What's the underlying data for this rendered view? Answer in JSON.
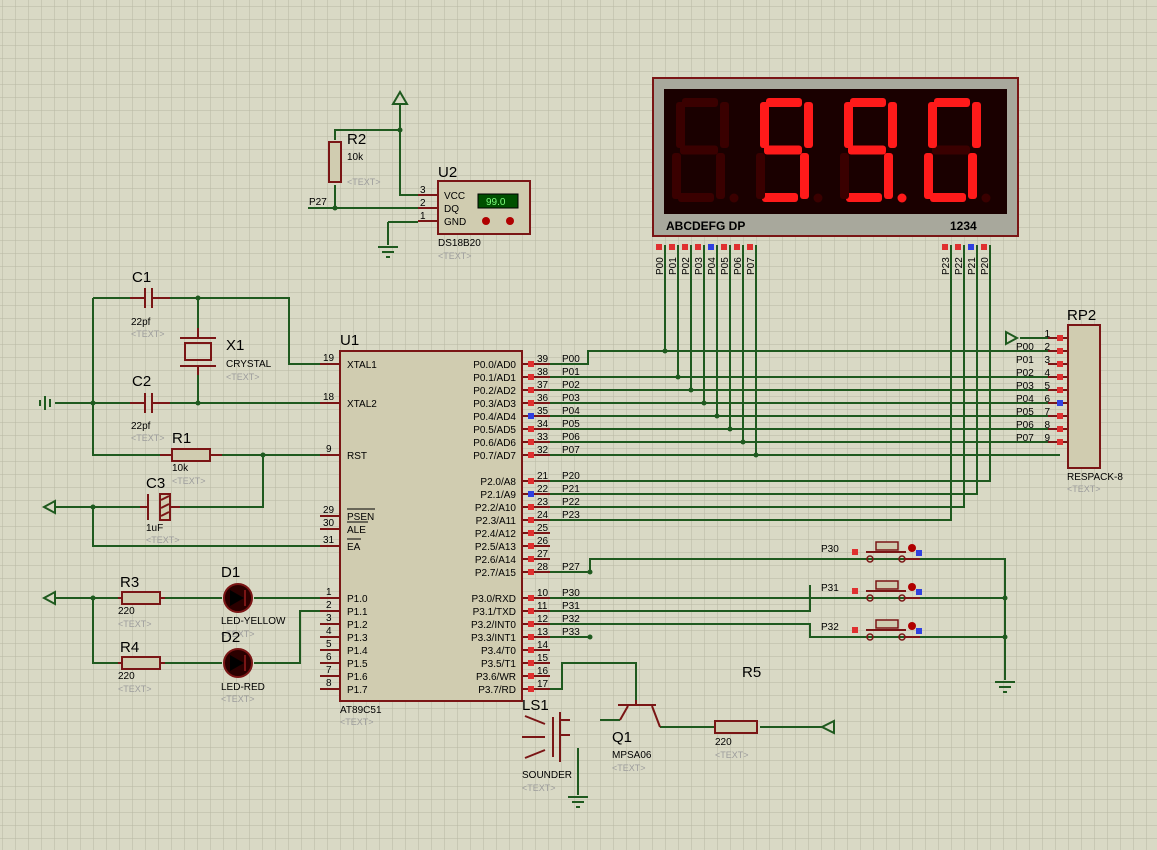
{
  "display": {
    "digits": [
      "",
      "9",
      "9",
      "0"
    ],
    "dp": [
      false,
      false,
      true,
      false
    ],
    "seg_label": "ABCDEFG DP",
    "pos_label": "1234",
    "seg_nets": [
      "P00",
      "P01",
      "P02",
      "P03",
      "P04",
      "P05",
      "P06",
      "P07"
    ],
    "pos_nets": [
      "P23",
      "P22",
      "P21",
      "P20"
    ],
    "color_on": "#ff1a1a",
    "color_off": "#3a0000"
  },
  "u1": {
    "ref": "U1",
    "part": "AT89C51",
    "text": "<TEXT>",
    "left_pins": [
      {
        "num": "19",
        "name": "XTAL1"
      },
      {
        "num": "18",
        "name": "XTAL2"
      },
      {
        "num": "9",
        "name": "RST"
      },
      {
        "num": "29",
        "name": "PSEN"
      },
      {
        "num": "30",
        "name": "ALE"
      },
      {
        "num": "31",
        "name": "EA"
      },
      {
        "num": "1",
        "name": "P1.0"
      },
      {
        "num": "2",
        "name": "P1.1"
      },
      {
        "num": "3",
        "name": "P1.2"
      },
      {
        "num": "4",
        "name": "P1.3"
      },
      {
        "num": "5",
        "name": "P1.4"
      },
      {
        "num": "6",
        "name": "P1.5"
      },
      {
        "num": "7",
        "name": "P1.6"
      },
      {
        "num": "8",
        "name": "P1.7"
      }
    ],
    "right_pins": [
      {
        "num": "39",
        "name": "P0.0/AD0",
        "net": "P00"
      },
      {
        "num": "38",
        "name": "P0.1/AD1",
        "net": "P01"
      },
      {
        "num": "37",
        "name": "P0.2/AD2",
        "net": "P02"
      },
      {
        "num": "36",
        "name": "P0.3/AD3",
        "net": "P03"
      },
      {
        "num": "35",
        "name": "P0.4/AD4",
        "net": "P04"
      },
      {
        "num": "34",
        "name": "P0.5/AD5",
        "net": "P05"
      },
      {
        "num": "33",
        "name": "P0.6/AD6",
        "net": "P06"
      },
      {
        "num": "32",
        "name": "P0.7/AD7",
        "net": "P07"
      },
      {
        "num": "21",
        "name": "P2.0/A8",
        "net": "P20"
      },
      {
        "num": "22",
        "name": "P2.1/A9",
        "net": "P21"
      },
      {
        "num": "23",
        "name": "P2.2/A10",
        "net": "P22"
      },
      {
        "num": "24",
        "name": "P2.3/A11",
        "net": "P23"
      },
      {
        "num": "25",
        "name": "P2.4/A12",
        "net": ""
      },
      {
        "num": "26",
        "name": "P2.5/A13",
        "net": ""
      },
      {
        "num": "27",
        "name": "P2.6/A14",
        "net": ""
      },
      {
        "num": "28",
        "name": "P2.7/A15",
        "net": "P27"
      },
      {
        "num": "10",
        "name": "P3.0/RXD",
        "net": "P30"
      },
      {
        "num": "11",
        "name": "P3.1/TXD",
        "net": "P31"
      },
      {
        "num": "12",
        "name": "P3.2/INT0",
        "net": "P32"
      },
      {
        "num": "13",
        "name": "P3.3/INT1",
        "net": "P33"
      },
      {
        "num": "14",
        "name": "P3.4/T0",
        "net": ""
      },
      {
        "num": "15",
        "name": "P3.5/T1",
        "net": ""
      },
      {
        "num": "16",
        "name": "P3.6/WR",
        "net": ""
      },
      {
        "num": "17",
        "name": "P3.7/RD",
        "net": ""
      }
    ]
  },
  "components": {
    "c1": {
      "ref": "C1",
      "value": "22pf",
      "text": "<TEXT>"
    },
    "c2": {
      "ref": "C2",
      "value": "22pf",
      "text": "<TEXT>"
    },
    "c3": {
      "ref": "C3",
      "value": "1uF",
      "text": "<TEXT>"
    },
    "x1": {
      "ref": "X1",
      "value": "CRYSTAL",
      "text": "<TEXT>"
    },
    "r1": {
      "ref": "R1",
      "value": "10k",
      "text": "<TEXT>"
    },
    "r2": {
      "ref": "R2",
      "value": "10k",
      "text": "<TEXT>"
    },
    "r3": {
      "ref": "R3",
      "value": "220",
      "text": "<TEXT>"
    },
    "r4": {
      "ref": "R4",
      "value": "220",
      "text": "<TEXT>"
    },
    "r5": {
      "ref": "R5",
      "value": "220",
      "text": "<TEXT>"
    },
    "d1": {
      "ref": "D1",
      "value": "LED-YELLOW",
      "text": "<TEXT>"
    },
    "d2": {
      "ref": "D2",
      "value": "LED-RED",
      "text": "<TEXT>"
    },
    "q1": {
      "ref": "Q1",
      "value": "MPSA06",
      "text": "<TEXT>"
    },
    "ls1": {
      "ref": "LS1",
      "value": "SOUNDER",
      "text": "<TEXT>"
    },
    "u2": {
      "ref": "U2",
      "part": "DS18B20",
      "text": "<TEXT>",
      "reading": "99.0",
      "pins": [
        {
          "num": "3",
          "name": "VCC"
        },
        {
          "num": "2",
          "name": "DQ"
        },
        {
          "num": "1",
          "name": "GND"
        }
      ],
      "net": "P27"
    },
    "rp2": {
      "ref": "RP2",
      "part": "RESPACK-8",
      "text": "<TEXT>",
      "nets": [
        "P00",
        "P01",
        "P02",
        "P03",
        "P04",
        "P05",
        "P06",
        "P07"
      ],
      "pins": [
        "1",
        "2",
        "3",
        "4",
        "5",
        "6",
        "7",
        "8",
        "9"
      ]
    }
  },
  "buttons": [
    "P30",
    "P31",
    "P32"
  ]
}
